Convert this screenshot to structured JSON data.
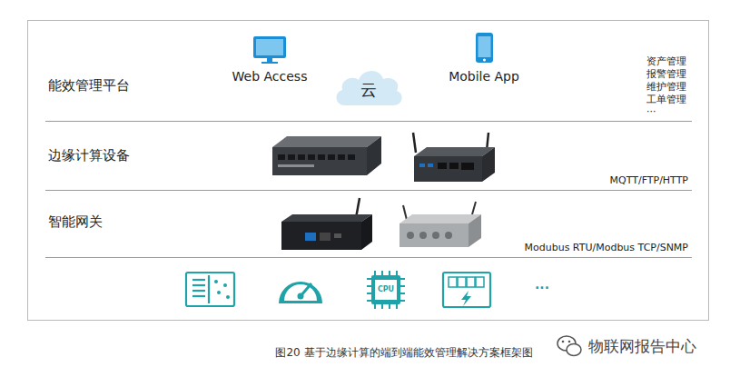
{
  "diagram": {
    "caption": "图20 基于边缘计算的端到端能效管理解决方案框架图",
    "nodes": [
      {
        "text": [
          "能效管理平台"
        ]
      },
      {
        "text": [
          "云"
        ],
        "in": 0
      },
      {
        "text": [
          "边缘计算设备"
        ]
      },
      {
        "text": [
          "智能网关"
        ]
      }
    ],
    "edges": [],
    "labels": [
      "Web Access",
      "Mobile App",
      "资产管理",
      "报警管理",
      "维护管理",
      "工单管理",
      "···",
      "MQTT/FTP/HTTP",
      "Modubus RTU/Modbus TCP/SNMP",
      "CPU",
      "···",
      "物联网报告中心"
    ]
  }
}
